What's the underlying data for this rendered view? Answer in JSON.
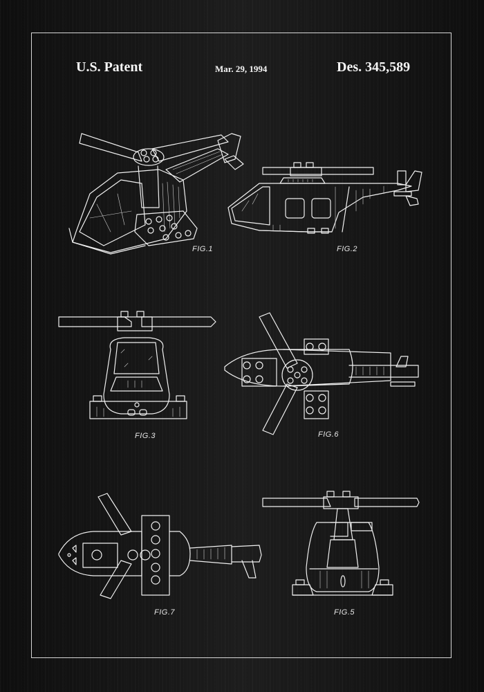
{
  "header": {
    "left": "U.S. Patent",
    "date": "Mar. 29, 1994",
    "patent_number": "Des. 345,589"
  },
  "figures": [
    {
      "id": "fig1",
      "label": "FIG.1",
      "view": "perspective"
    },
    {
      "id": "fig2",
      "label": "FIG.2",
      "view": "side"
    },
    {
      "id": "fig3",
      "label": "FIG.3",
      "view": "front"
    },
    {
      "id": "fig6",
      "label": "FIG.6",
      "view": "top"
    },
    {
      "id": "fig7",
      "label": "FIG.7",
      "view": "bottom"
    },
    {
      "id": "fig5",
      "label": "FIG.5",
      "view": "rear"
    }
  ],
  "colors": {
    "background": "#161616",
    "line": "#f0f0f0",
    "frame": "#d8d8d8"
  }
}
